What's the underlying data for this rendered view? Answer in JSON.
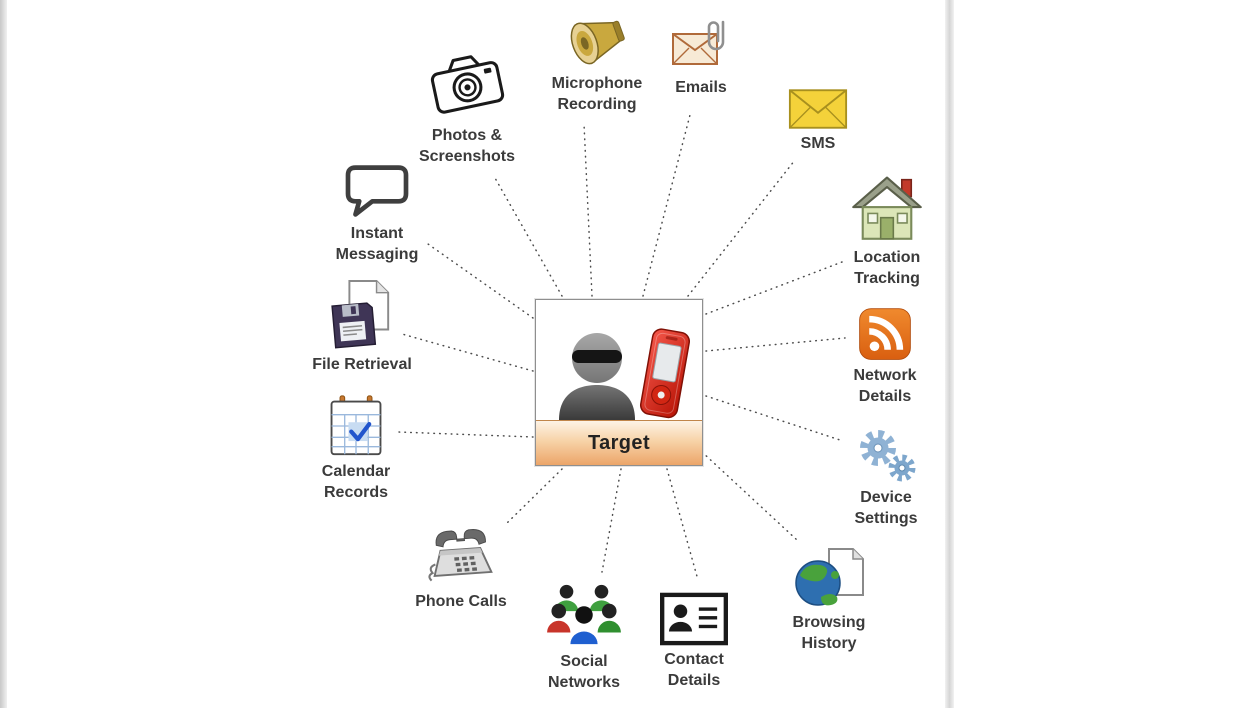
{
  "center": {
    "label": "Target"
  },
  "nodes": [
    {
      "id": "photos-screenshots",
      "label": "Photos & Screenshots",
      "icon": "camera-icon"
    },
    {
      "id": "microphone-recording",
      "label": "Microphone Recording",
      "icon": "loudspeaker-icon"
    },
    {
      "id": "emails",
      "label": "Emails",
      "icon": "envelope-paperclip-icon"
    },
    {
      "id": "sms",
      "label": "SMS",
      "icon": "envelope-icon"
    },
    {
      "id": "location-tracking",
      "label": "Location Tracking",
      "icon": "house-icon"
    },
    {
      "id": "network-details",
      "label": "Network Details",
      "icon": "rss-icon"
    },
    {
      "id": "device-settings",
      "label": "Device Settings",
      "icon": "gears-icon"
    },
    {
      "id": "browsing-history",
      "label": "Browsing History",
      "icon": "globe-page-icon"
    },
    {
      "id": "contact-details",
      "label": "Contact Details",
      "icon": "contact-card-icon"
    },
    {
      "id": "social-networks",
      "label": "Social Networks",
      "icon": "people-group-icon"
    },
    {
      "id": "phone-calls",
      "label": "Phone Calls",
      "icon": "desk-phone-icon"
    },
    {
      "id": "calendar-records",
      "label": "Calendar Records",
      "icon": "calendar-icon"
    },
    {
      "id": "file-retrieval",
      "label": "File Retrieval",
      "icon": "floppy-disk-document-icon"
    },
    {
      "id": "instant-messaging",
      "label": "Instant Messaging",
      "icon": "speech-bubble-icon"
    }
  ],
  "colors": {
    "target_strip_top": "#fdf3e6",
    "target_strip_bottom": "#eca569",
    "rss_orange": "#e8731a",
    "sms_yellow": "#f4d23a",
    "connector_gray": "#4d4d4d"
  }
}
